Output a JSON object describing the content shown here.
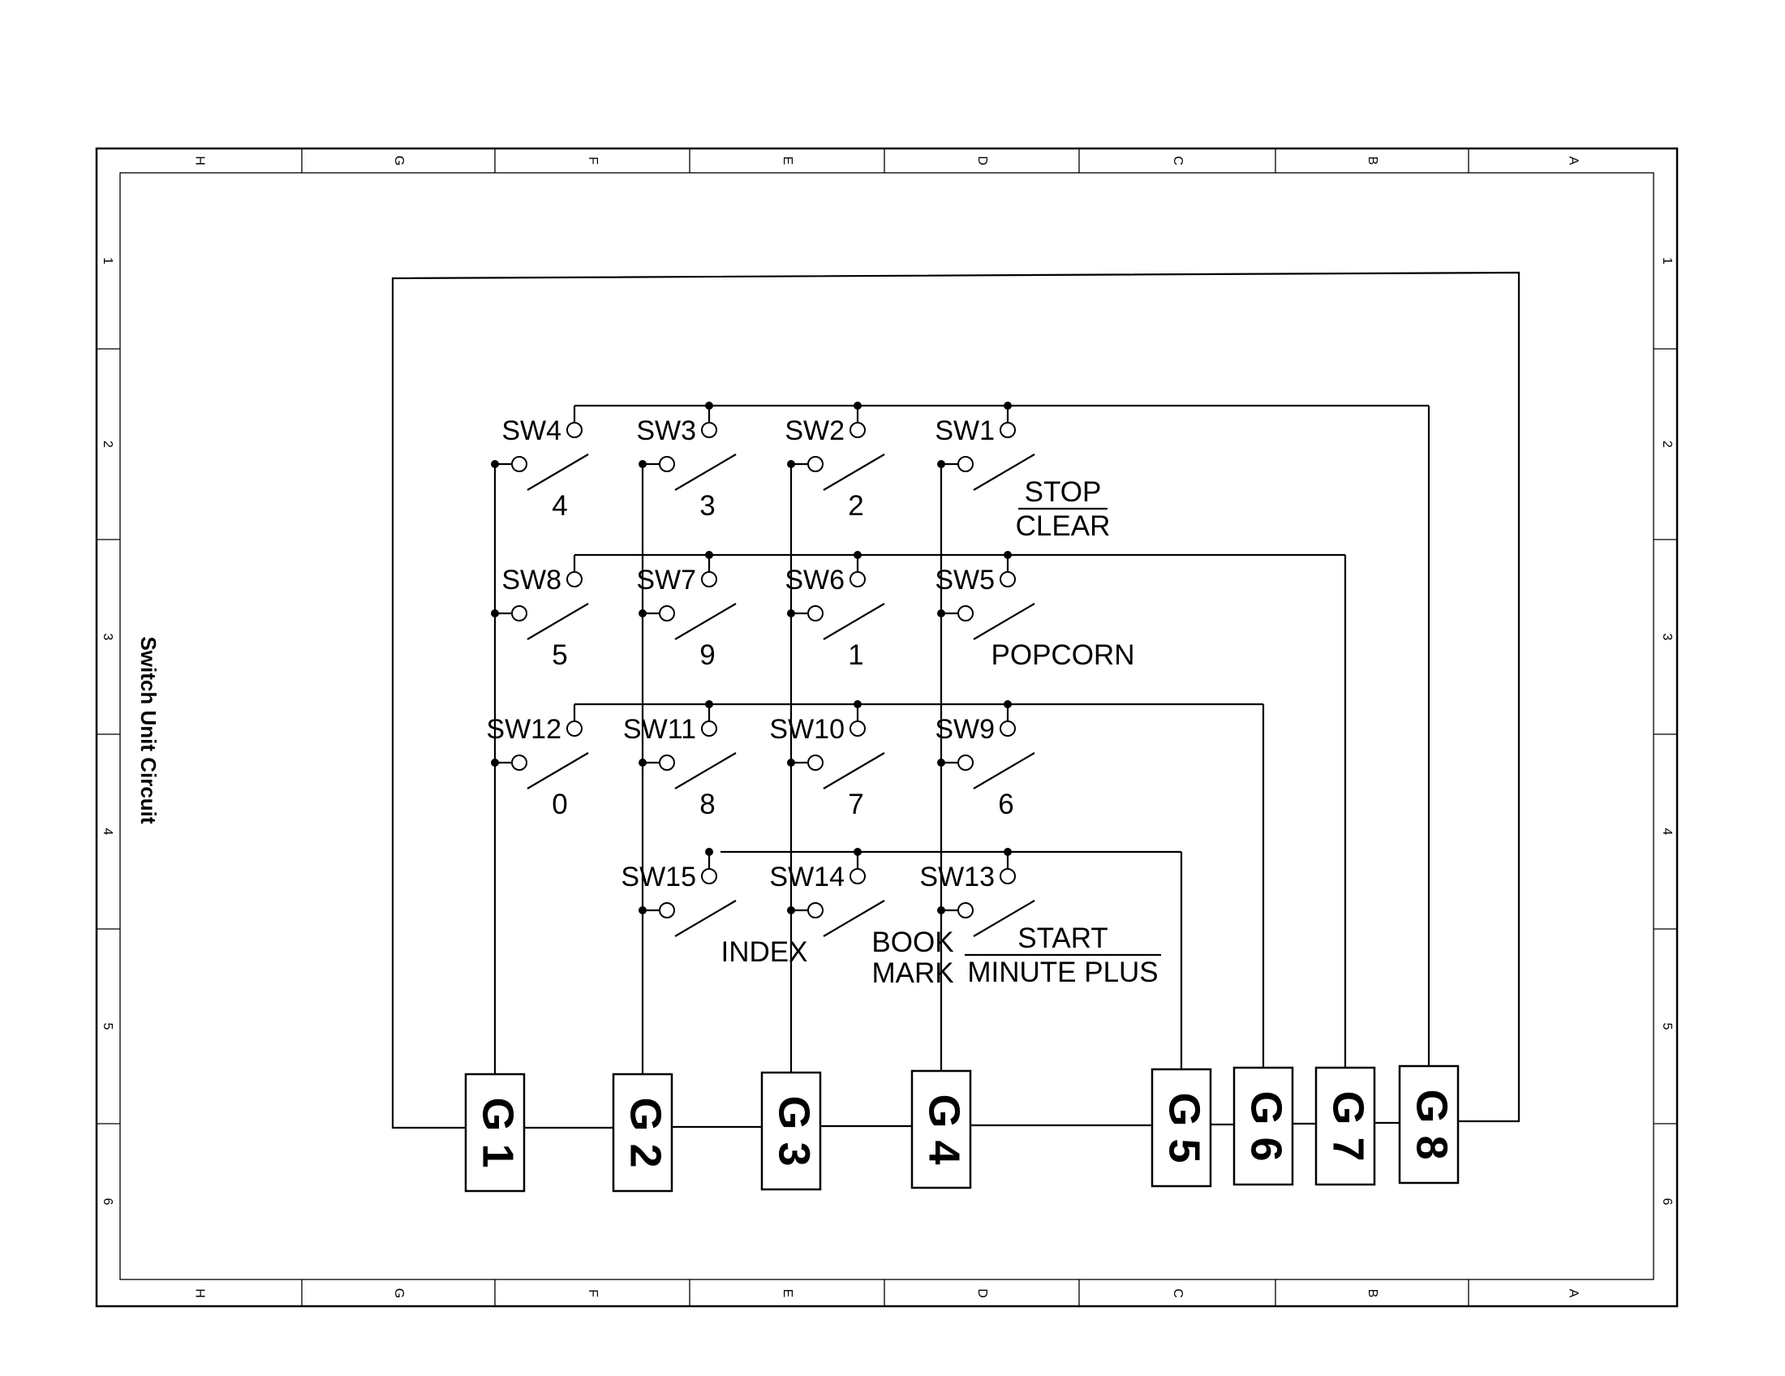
{
  "title": "Switch Unit Circuit",
  "border": {
    "columns": [
      "H",
      "G",
      "F",
      "E",
      "D",
      "C",
      "B",
      "A"
    ],
    "rows": [
      "1",
      "2",
      "3",
      "4",
      "5",
      "6"
    ]
  },
  "grid_connectors": [
    "G 1",
    "G 2",
    "G 3",
    "G 4",
    "G 5",
    "G 6",
    "G 7",
    "G 8"
  ],
  "switches": [
    {
      "id": "SW4",
      "key": [
        "4"
      ]
    },
    {
      "id": "SW3",
      "key": [
        "3"
      ]
    },
    {
      "id": "SW2",
      "key": [
        "2"
      ]
    },
    {
      "id": "SW1",
      "key": [
        "STOP",
        "CLEAR"
      ],
      "fraction": true
    },
    {
      "id": "SW8",
      "key": [
        "5"
      ]
    },
    {
      "id": "SW7",
      "key": [
        "9"
      ]
    },
    {
      "id": "SW6",
      "key": [
        "1"
      ]
    },
    {
      "id": "SW5",
      "key": [
        "POPCORN"
      ]
    },
    {
      "id": "SW12",
      "key": [
        "0"
      ]
    },
    {
      "id": "SW11",
      "key": [
        "8"
      ]
    },
    {
      "id": "SW10",
      "key": [
        "7"
      ]
    },
    {
      "id": "SW9",
      "key": [
        "6"
      ]
    },
    {
      "id": "SW15",
      "key": [
        "INDEX"
      ]
    },
    {
      "id": "SW14",
      "key": [
        "BOOK",
        "MARK"
      ]
    },
    {
      "id": "SW13",
      "key": [
        "START",
        "MINUTE PLUS"
      ],
      "fraction": true
    }
  ]
}
